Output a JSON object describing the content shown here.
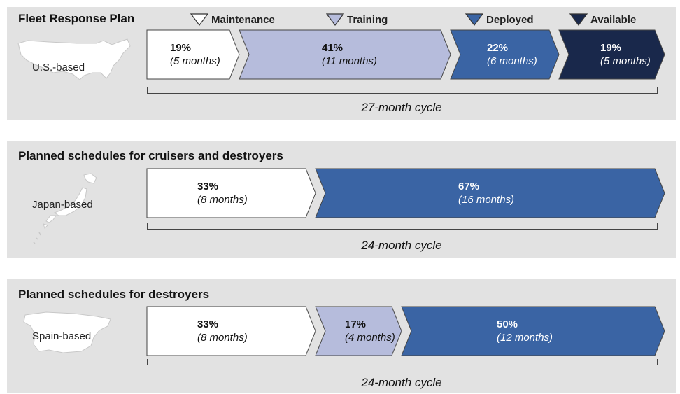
{
  "colors": {
    "maintenance": "#ffffff",
    "training": "#b6bcdc",
    "deployed": "#3a64a4",
    "available": "#19284b",
    "panel": "#e2e2e2",
    "outline": "#444444"
  },
  "legend": [
    {
      "label": "Maintenance",
      "key": "maintenance"
    },
    {
      "label": "Training",
      "key": "training"
    },
    {
      "label": "Deployed",
      "key": "deployed"
    },
    {
      "label": "Available",
      "key": "available"
    }
  ],
  "panels": [
    {
      "title": "Fleet Response Plan",
      "base_label": "U.S.-based",
      "map_icon": "usa-map-icon",
      "cycle_label": "27-month cycle",
      "segments": [
        {
          "phase": "maintenance",
          "pct": "19%",
          "months": "(5 months)"
        },
        {
          "phase": "training",
          "pct": "41%",
          "months": "(11 months)"
        },
        {
          "phase": "deployed",
          "pct": "22%",
          "months": "(6 months)"
        },
        {
          "phase": "available",
          "pct": "19%",
          "months": "(5 months)"
        }
      ]
    },
    {
      "title": "Planned schedules for cruisers and destroyers",
      "base_label": "Japan-based",
      "map_icon": "japan-map-icon",
      "cycle_label": "24-month cycle",
      "segments": [
        {
          "phase": "maintenance",
          "pct": "33%",
          "months": "(8 months)"
        },
        {
          "phase": "deployed",
          "pct": "67%",
          "months": "(16 months)"
        }
      ]
    },
    {
      "title": "Planned schedules for destroyers",
      "base_label": "Spain-based",
      "map_icon": "spain-map-icon",
      "cycle_label": "24-month cycle",
      "segments": [
        {
          "phase": "maintenance",
          "pct": "33%",
          "months": "(8 months)"
        },
        {
          "phase": "training",
          "pct": "17%",
          "months": "(4 months)"
        },
        {
          "phase": "deployed",
          "pct": "50%",
          "months": "(12 months)"
        }
      ]
    }
  ]
}
